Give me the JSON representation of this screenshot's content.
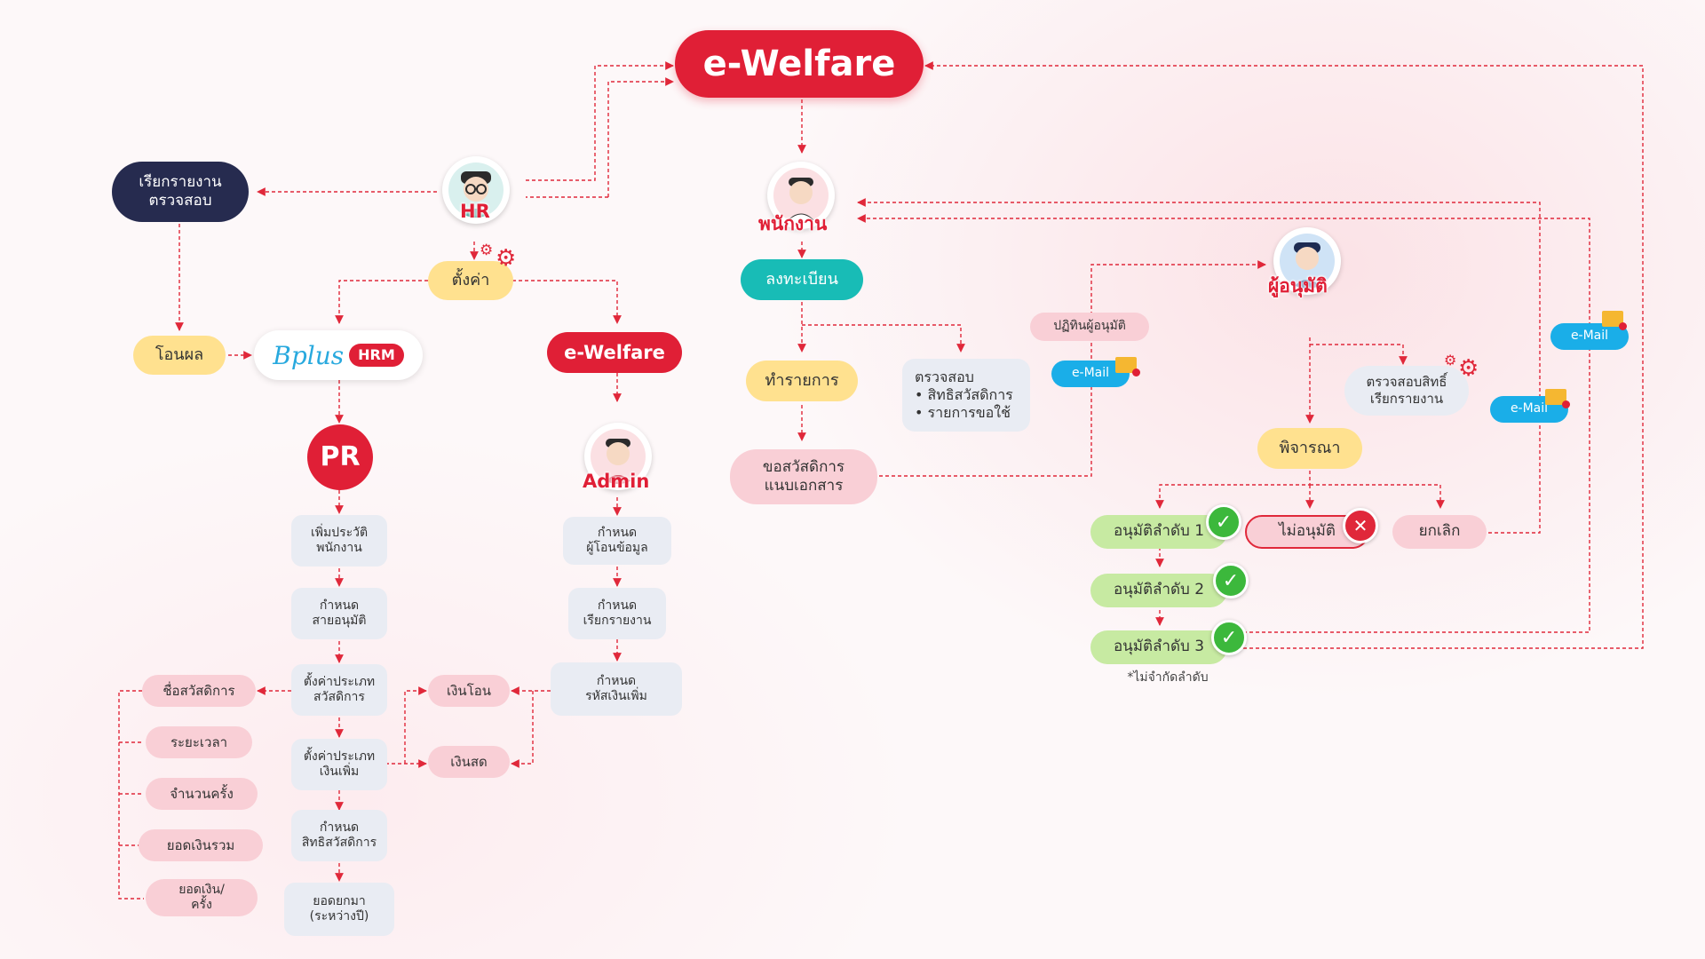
{
  "title": "e-Welfare",
  "roles": {
    "hr": "HR",
    "employee": "พนักงาน",
    "approver": "ผู้อนุมัติ",
    "admin": "Admin"
  },
  "logos": {
    "pr": "PR",
    "bplus": "Bplus",
    "hrm": "HRM"
  },
  "hr_branch": {
    "report": "เรียกรายงาน\nตรวจสอบ",
    "settings": "ตั้งค่า",
    "transfer": "โอนผล",
    "ewelfare": "e-Welfare"
  },
  "pr_steps": [
    "เพิ่มประวัติ\nพนักงาน",
    "กำหนด\nสายอนุมัติ",
    "ตั้งค่าประเภท\nสวัสดิการ",
    "ตั้งค่าประเภท\nเงินเพิ่ม",
    "กำหนด\nสิทธิสวัสดิการ",
    "ยอดยกมา\n(ระหว่างปี)"
  ],
  "welfare_fields": [
    "ชื่อสวัสดิการ",
    "ระยะเวลา",
    "จำนวนครั้ง",
    "ยอดเงินรวม",
    "ยอดเงิน/\nครั้ง"
  ],
  "pay_types": [
    "เงินโอน",
    "เงินสด"
  ],
  "admin_steps": [
    "กำหนด\nผู้โอนข้อมูล",
    "กำหนด\nเรียกรายงาน",
    "กำหนด\nรหัสเงินเพิ่ม"
  ],
  "employee_flow": {
    "register": "ลงทะเบียน",
    "transact": "ทำรายการ",
    "check": "ตรวจสอบ\n• สิทธิสวัสดิการ\n• รายการขอใช้",
    "request": "ขอสวัสดิการ\nแนบเอกสาร"
  },
  "approver_flow": {
    "calendar": "ปฏิทินผู้อนุมัติ",
    "check_rights": "ตรวจสอบสิทธิ์\nเรียกรายงาน",
    "consider": "พิจารณา",
    "approve_levels": [
      "อนุมัติลำดับ 1",
      "อนุมัติลำดับ 2",
      "อนุมัติลำดับ 3"
    ],
    "reject": "ไม่อนุมัติ",
    "cancel": "ยกเลิก",
    "note": "*ไม่จำกัดลำดับ"
  },
  "email_label": "e-Mail",
  "colors": {
    "accent": "#e01f36",
    "line": "#e0283a",
    "navy": "#262b4f",
    "teal": "#18bcb6",
    "yellow": "#ffe18f",
    "pink": "#f9cfd6",
    "green": "#c7eaa2",
    "blue": "#1aaee8"
  },
  "icons": [
    "gear-icon",
    "check-icon",
    "close-icon",
    "folder-icon",
    "person-icon"
  ]
}
